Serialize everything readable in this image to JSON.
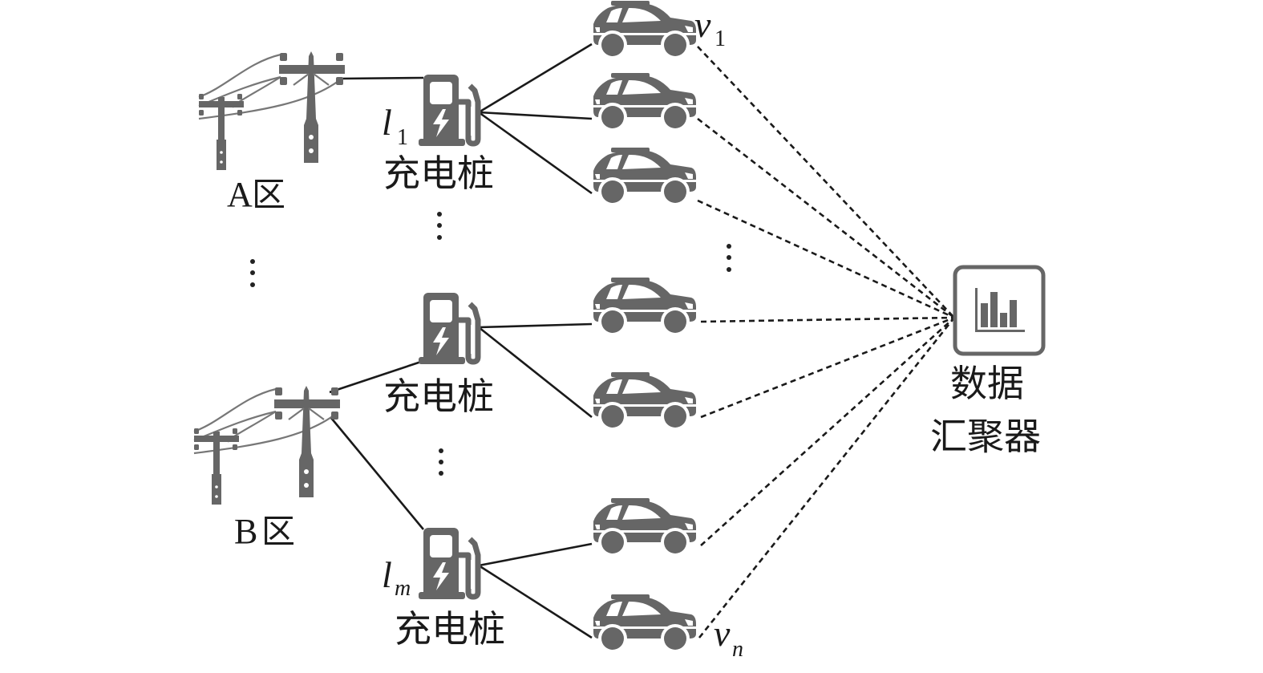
{
  "diagram": {
    "colors": {
      "icon": "#666666",
      "line": "#1a1a1a",
      "text": "#1a1a1a",
      "background": "#ffffff"
    },
    "zones": [
      {
        "id": "A",
        "letter": "A",
        "suffix": "区",
        "icon": "power-pole-icon"
      },
      {
        "id": "B",
        "letter": "B",
        "suffix": "区",
        "icon": "power-pole-icon"
      }
    ],
    "chargers": [
      {
        "id": "c1",
        "label": "充电桩",
        "symbol": "l",
        "subscript": "1",
        "icon": "charging-station-icon"
      },
      {
        "id": "c2",
        "label": "充电桩",
        "symbol": "",
        "subscript": "",
        "icon": "charging-station-icon"
      },
      {
        "id": "cm",
        "label": "充电桩",
        "symbol": "l",
        "subscript": "m",
        "icon": "charging-station-icon"
      }
    ],
    "vehicles": [
      {
        "id": "v1",
        "symbol": "v",
        "subscript": "1",
        "icon": "car-icon"
      },
      {
        "id": "v2",
        "symbol": "",
        "subscript": "",
        "icon": "car-icon"
      },
      {
        "id": "v3",
        "symbol": "",
        "subscript": "",
        "icon": "car-icon"
      },
      {
        "id": "v4",
        "symbol": "",
        "subscript": "",
        "icon": "car-icon"
      },
      {
        "id": "v5",
        "symbol": "",
        "subscript": "",
        "icon": "car-icon"
      },
      {
        "id": "v6",
        "symbol": "",
        "subscript": "",
        "icon": "car-icon"
      },
      {
        "id": "vn",
        "symbol": "v",
        "subscript": "n",
        "icon": "car-icon"
      }
    ],
    "aggregator": {
      "label_line1": "数据",
      "label_line2": "汇聚器",
      "icon": "bar-chart-icon"
    },
    "edges": {
      "power": [
        {
          "from": "A",
          "to": "c1",
          "style": "solid"
        },
        {
          "from": "B",
          "to": "c2",
          "style": "solid"
        },
        {
          "from": "B",
          "to": "cm",
          "style": "solid"
        }
      ],
      "charging": [
        {
          "from": "c1",
          "to": "v1",
          "style": "solid"
        },
        {
          "from": "c1",
          "to": "v2",
          "style": "solid"
        },
        {
          "from": "c1",
          "to": "v3",
          "style": "solid"
        },
        {
          "from": "c2",
          "to": "v4",
          "style": "solid"
        },
        {
          "from": "c2",
          "to": "v5",
          "style": "solid"
        },
        {
          "from": "cm",
          "to": "v6",
          "style": "solid"
        },
        {
          "from": "cm",
          "to": "vn",
          "style": "solid"
        }
      ],
      "data": [
        {
          "from": "v1",
          "to": "aggregator",
          "style": "dashed"
        },
        {
          "from": "v2",
          "to": "aggregator",
          "style": "dashed"
        },
        {
          "from": "v3",
          "to": "aggregator",
          "style": "dashed"
        },
        {
          "from": "v4",
          "to": "aggregator",
          "style": "dashed"
        },
        {
          "from": "v5",
          "to": "aggregator",
          "style": "dashed"
        },
        {
          "from": "v6",
          "to": "aggregator",
          "style": "dashed"
        },
        {
          "from": "vn",
          "to": "aggregator",
          "style": "dashed"
        }
      ]
    },
    "ellipsis": "⋮"
  }
}
